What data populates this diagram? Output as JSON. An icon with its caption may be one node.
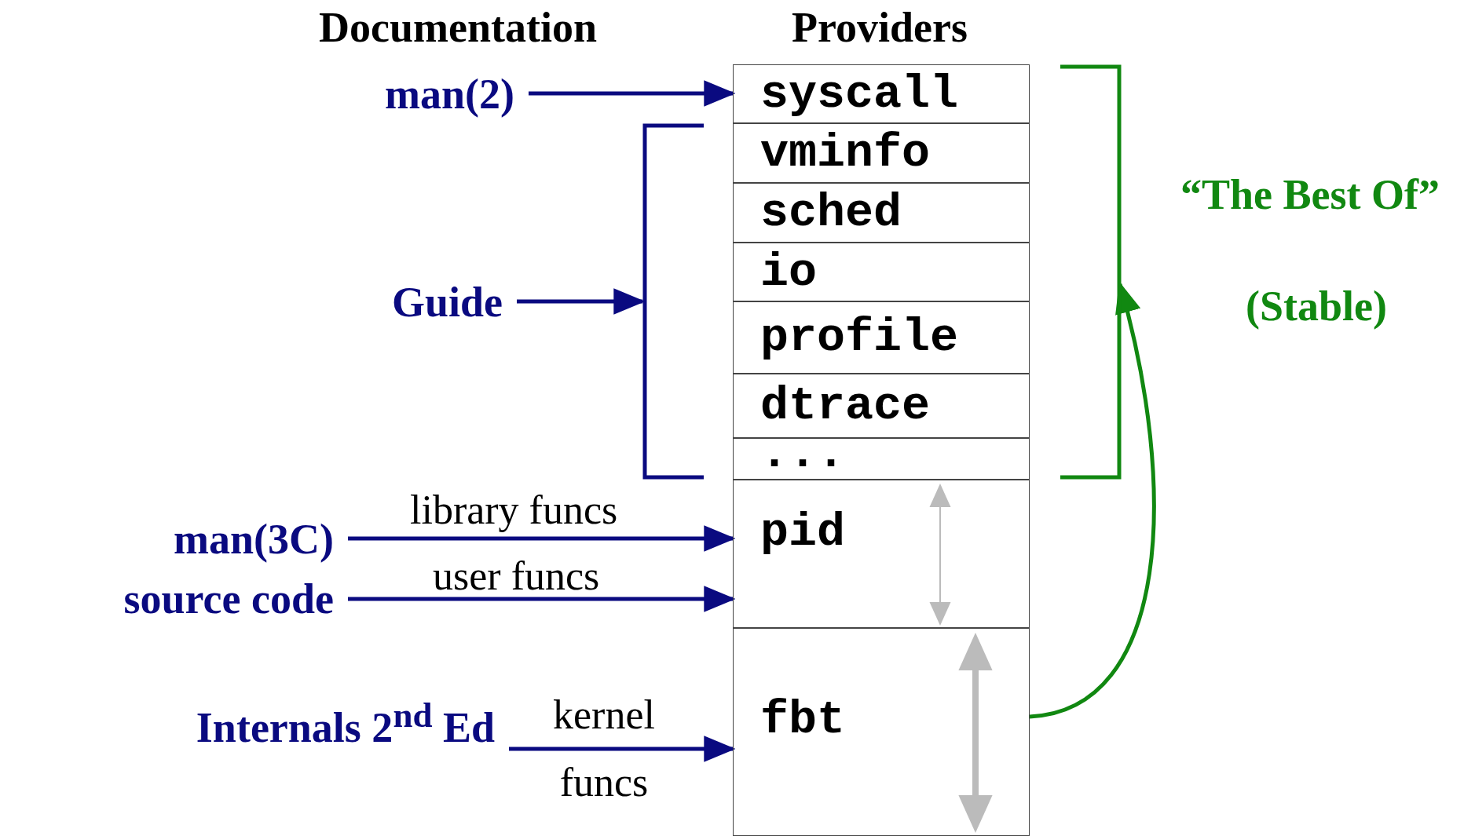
{
  "diagram": {
    "nodes": [
      {
        "text": [
          "man(2)"
        ]
      },
      {
        "text": [
          "syscall"
        ]
      },
      {
        "text": [
          "vminfo"
        ]
      },
      {
        "text": [
          "sched"
        ]
      },
      {
        "text": [
          "io"
        ]
      },
      {
        "text": [
          "profile"
        ]
      },
      {
        "text": [
          "dtrace"
        ]
      },
      {
        "text": [
          "..."
        ]
      },
      {
        "text": [
          "Guide"
        ]
      },
      {
        "text": [],
        "shape": "bracket"
      },
      {
        "text": [
          "pid"
        ]
      },
      {
        "text": [
          "man(3C)"
        ]
      },
      {
        "text": [
          "source code"
        ]
      },
      {
        "text": [
          "fbt"
        ]
      },
      {
        "text": [
          "Internals 2$^{nd}$ Ed"
        ]
      },
      {
        "text": [],
        "shape": "bracket",
        "beside": [
          "“The Best Of”",
          "(Stable)"
        ]
      }
    ],
    "edges": [
      {
        "from": 0,
        "to": 1,
        "arrow": "to"
      },
      {
        "from": 8,
        "to": 9,
        "arrow": "to"
      },
      {
        "from": 11,
        "to": 10,
        "arrow": "to",
        "label": "library funcs"
      },
      {
        "from": 12,
        "to": 10,
        "arrow": "to",
        "label": "user funcs"
      },
      {
        "from": 14,
        "to": 13,
        "arrow": "to",
        "label": "kernel funcs"
      },
      {
        "from": 13,
        "to": 15,
        "arrow": "to",
        "color": "#118811"
      }
    ],
    "labels": [
      "Documentation",
      "Providers"
    ]
  }
}
